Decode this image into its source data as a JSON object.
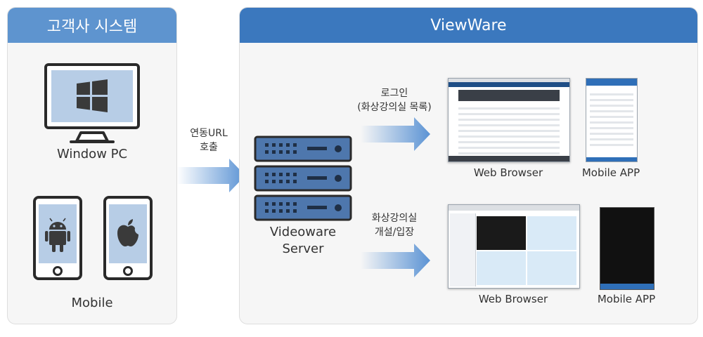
{
  "colors": {
    "panel_header_left": "#5e94cf",
    "panel_header_right": "#3b78be",
    "icon_dark": "#2a2a2a",
    "screen_blue": "#b7cde6",
    "server_blue": "#4e77ad",
    "arrow_blue": "#5b93d4"
  },
  "client_panel": {
    "title": "고객사 시스템",
    "pc_label": "Window PC",
    "mobile_label": "Mobile",
    "icons": [
      "monitor-icon",
      "windows-logo-icon",
      "android-phone-icon",
      "apple-phone-icon"
    ]
  },
  "link_arrow": {
    "label": "연동URL\n호출"
  },
  "viewware_panel": {
    "title": "ViewWare",
    "server_label": "Videoware\nServer",
    "flows": [
      {
        "label": "로그인\n(화상강의실 목록)",
        "outputs": [
          "Web Browser",
          "Mobile APP"
        ]
      },
      {
        "label": "화상강의실\n개설/입장",
        "outputs": [
          "Web Browser",
          "Mobile APP"
        ]
      }
    ]
  }
}
